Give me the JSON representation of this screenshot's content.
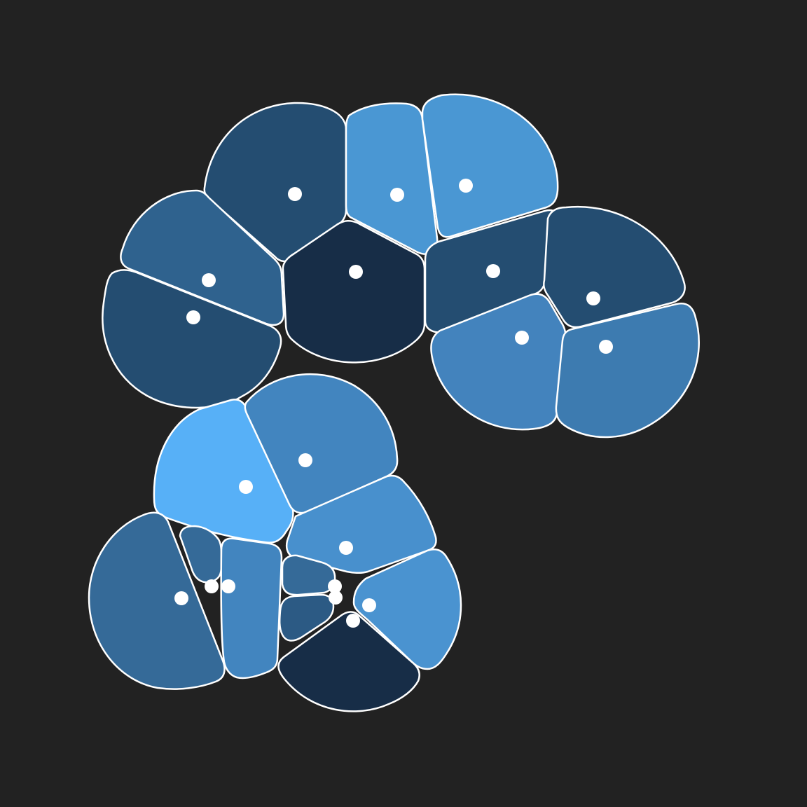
{
  "colors": {
    "background": "#222222",
    "outline": "#ffffff",
    "site": "#ffffff"
  },
  "cells": [
    {
      "name": "cell-a1",
      "fill": "#244d71"
    },
    {
      "name": "cell-a2",
      "fill": "#4a97d3"
    },
    {
      "name": "cell-a3",
      "fill": "#4a97d3"
    },
    {
      "name": "cell-a4",
      "fill": "#2f628e"
    },
    {
      "name": "cell-a5",
      "fill": "#172d47"
    },
    {
      "name": "cell-a6",
      "fill": "#244d71"
    },
    {
      "name": "cell-a7",
      "fill": "#244d71"
    },
    {
      "name": "cell-a8",
      "fill": "#244d71"
    },
    {
      "name": "cell-a9",
      "fill": "#4383bd"
    },
    {
      "name": "cell-a10",
      "fill": "#3d7bb0"
    },
    {
      "name": "cell-b1",
      "fill": "#57b0f7"
    },
    {
      "name": "cell-b2",
      "fill": "#4285bf"
    },
    {
      "name": "cell-b3",
      "fill": "#4890cd"
    },
    {
      "name": "cell-b4",
      "fill": "#356a98"
    },
    {
      "name": "cell-b5",
      "fill": "#356a98"
    },
    {
      "name": "cell-b6",
      "fill": "#4285bf"
    },
    {
      "name": "cell-b7",
      "fill": "#356a98"
    },
    {
      "name": "cell-b8",
      "fill": "#2c5a84"
    },
    {
      "name": "cell-b9",
      "fill": "#4a93d0"
    },
    {
      "name": "cell-b10",
      "fill": "#172d47"
    }
  ]
}
